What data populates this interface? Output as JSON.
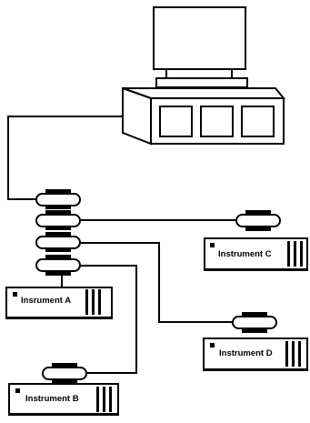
{
  "instruments": [
    {
      "id": "A",
      "label": "Insrument A"
    },
    {
      "id": "B",
      "label": "Instrument B"
    },
    {
      "id": "C",
      "label": "Instrument C"
    },
    {
      "id": "D",
      "label": "Instrument D"
    }
  ],
  "colors": {
    "line": "#000000",
    "fill": "#ffffff"
  },
  "icons": [
    "computer-monitor-icon",
    "computer-base-icon",
    "gpib-connector-icon",
    "instrument-box-icon"
  ]
}
